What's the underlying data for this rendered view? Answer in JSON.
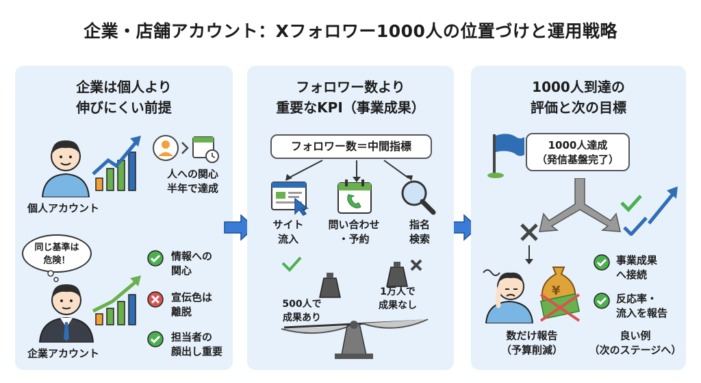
{
  "title": "企業・店舗アカウント：Xフォロワー1000人の位置づけと運用戦略",
  "panel1": {
    "title_lines": [
      "企業は個人より",
      "伸びにくい前提"
    ],
    "personal_label": "個人アカウント",
    "personal_note_lines": [
      "人への関心",
      "半年で達成"
    ],
    "bubble_lines": [
      "同じ基準は",
      "危険！"
    ],
    "corporate_label": "企業アカウント",
    "points": [
      {
        "icon": "check",
        "lines": [
          "情報への",
          "関心"
        ]
      },
      {
        "icon": "cross",
        "lines": [
          "宣伝色は",
          "離脱"
        ]
      },
      {
        "icon": "check",
        "lines": [
          "担当者の",
          "顔出し重要"
        ]
      }
    ]
  },
  "panel2": {
    "title_lines": [
      "フォロワー数より",
      "重要なKPI（事業成果）"
    ],
    "box_label": "フォロワー数＝中間指標",
    "kpis": [
      {
        "icon": "browser-click",
        "lines": [
          "サイト",
          "流入"
        ]
      },
      {
        "icon": "calendar-phone",
        "lines": [
          "問い合わせ",
          "・予約"
        ]
      },
      {
        "icon": "magnifier",
        "lines": [
          "指名",
          "検索"
        ]
      }
    ],
    "good_weight_lines": [
      "500人で",
      "成果あり"
    ],
    "bad_weight_lines": [
      "1万人で",
      "成果なし"
    ]
  },
  "panel3": {
    "title_lines": [
      "1000人到達の",
      "評価と次の目標"
    ],
    "goal_box_lines": [
      "1000人達成",
      "（発信基盤完了）"
    ],
    "bad_label_lines": [
      "数だけ報告",
      "（予算削減）"
    ],
    "good_points": [
      {
        "icon": "check",
        "lines": [
          "事業成果",
          "へ接続"
        ]
      },
      {
        "icon": "check",
        "lines": [
          "反応率・",
          "流入を報告"
        ]
      }
    ],
    "good_label_lines": [
      "良い例",
      "（次のステージへ）"
    ]
  },
  "colors": {
    "panel_bg": "#e7f1fb",
    "arrow_blue": "#3a7bd5",
    "check_green": "#4caf50",
    "cross_red": "#d9534f",
    "bar_orange": "#f2a13a",
    "bar_green": "#6ab04c",
    "bar_blue": "#2f6db5"
  }
}
